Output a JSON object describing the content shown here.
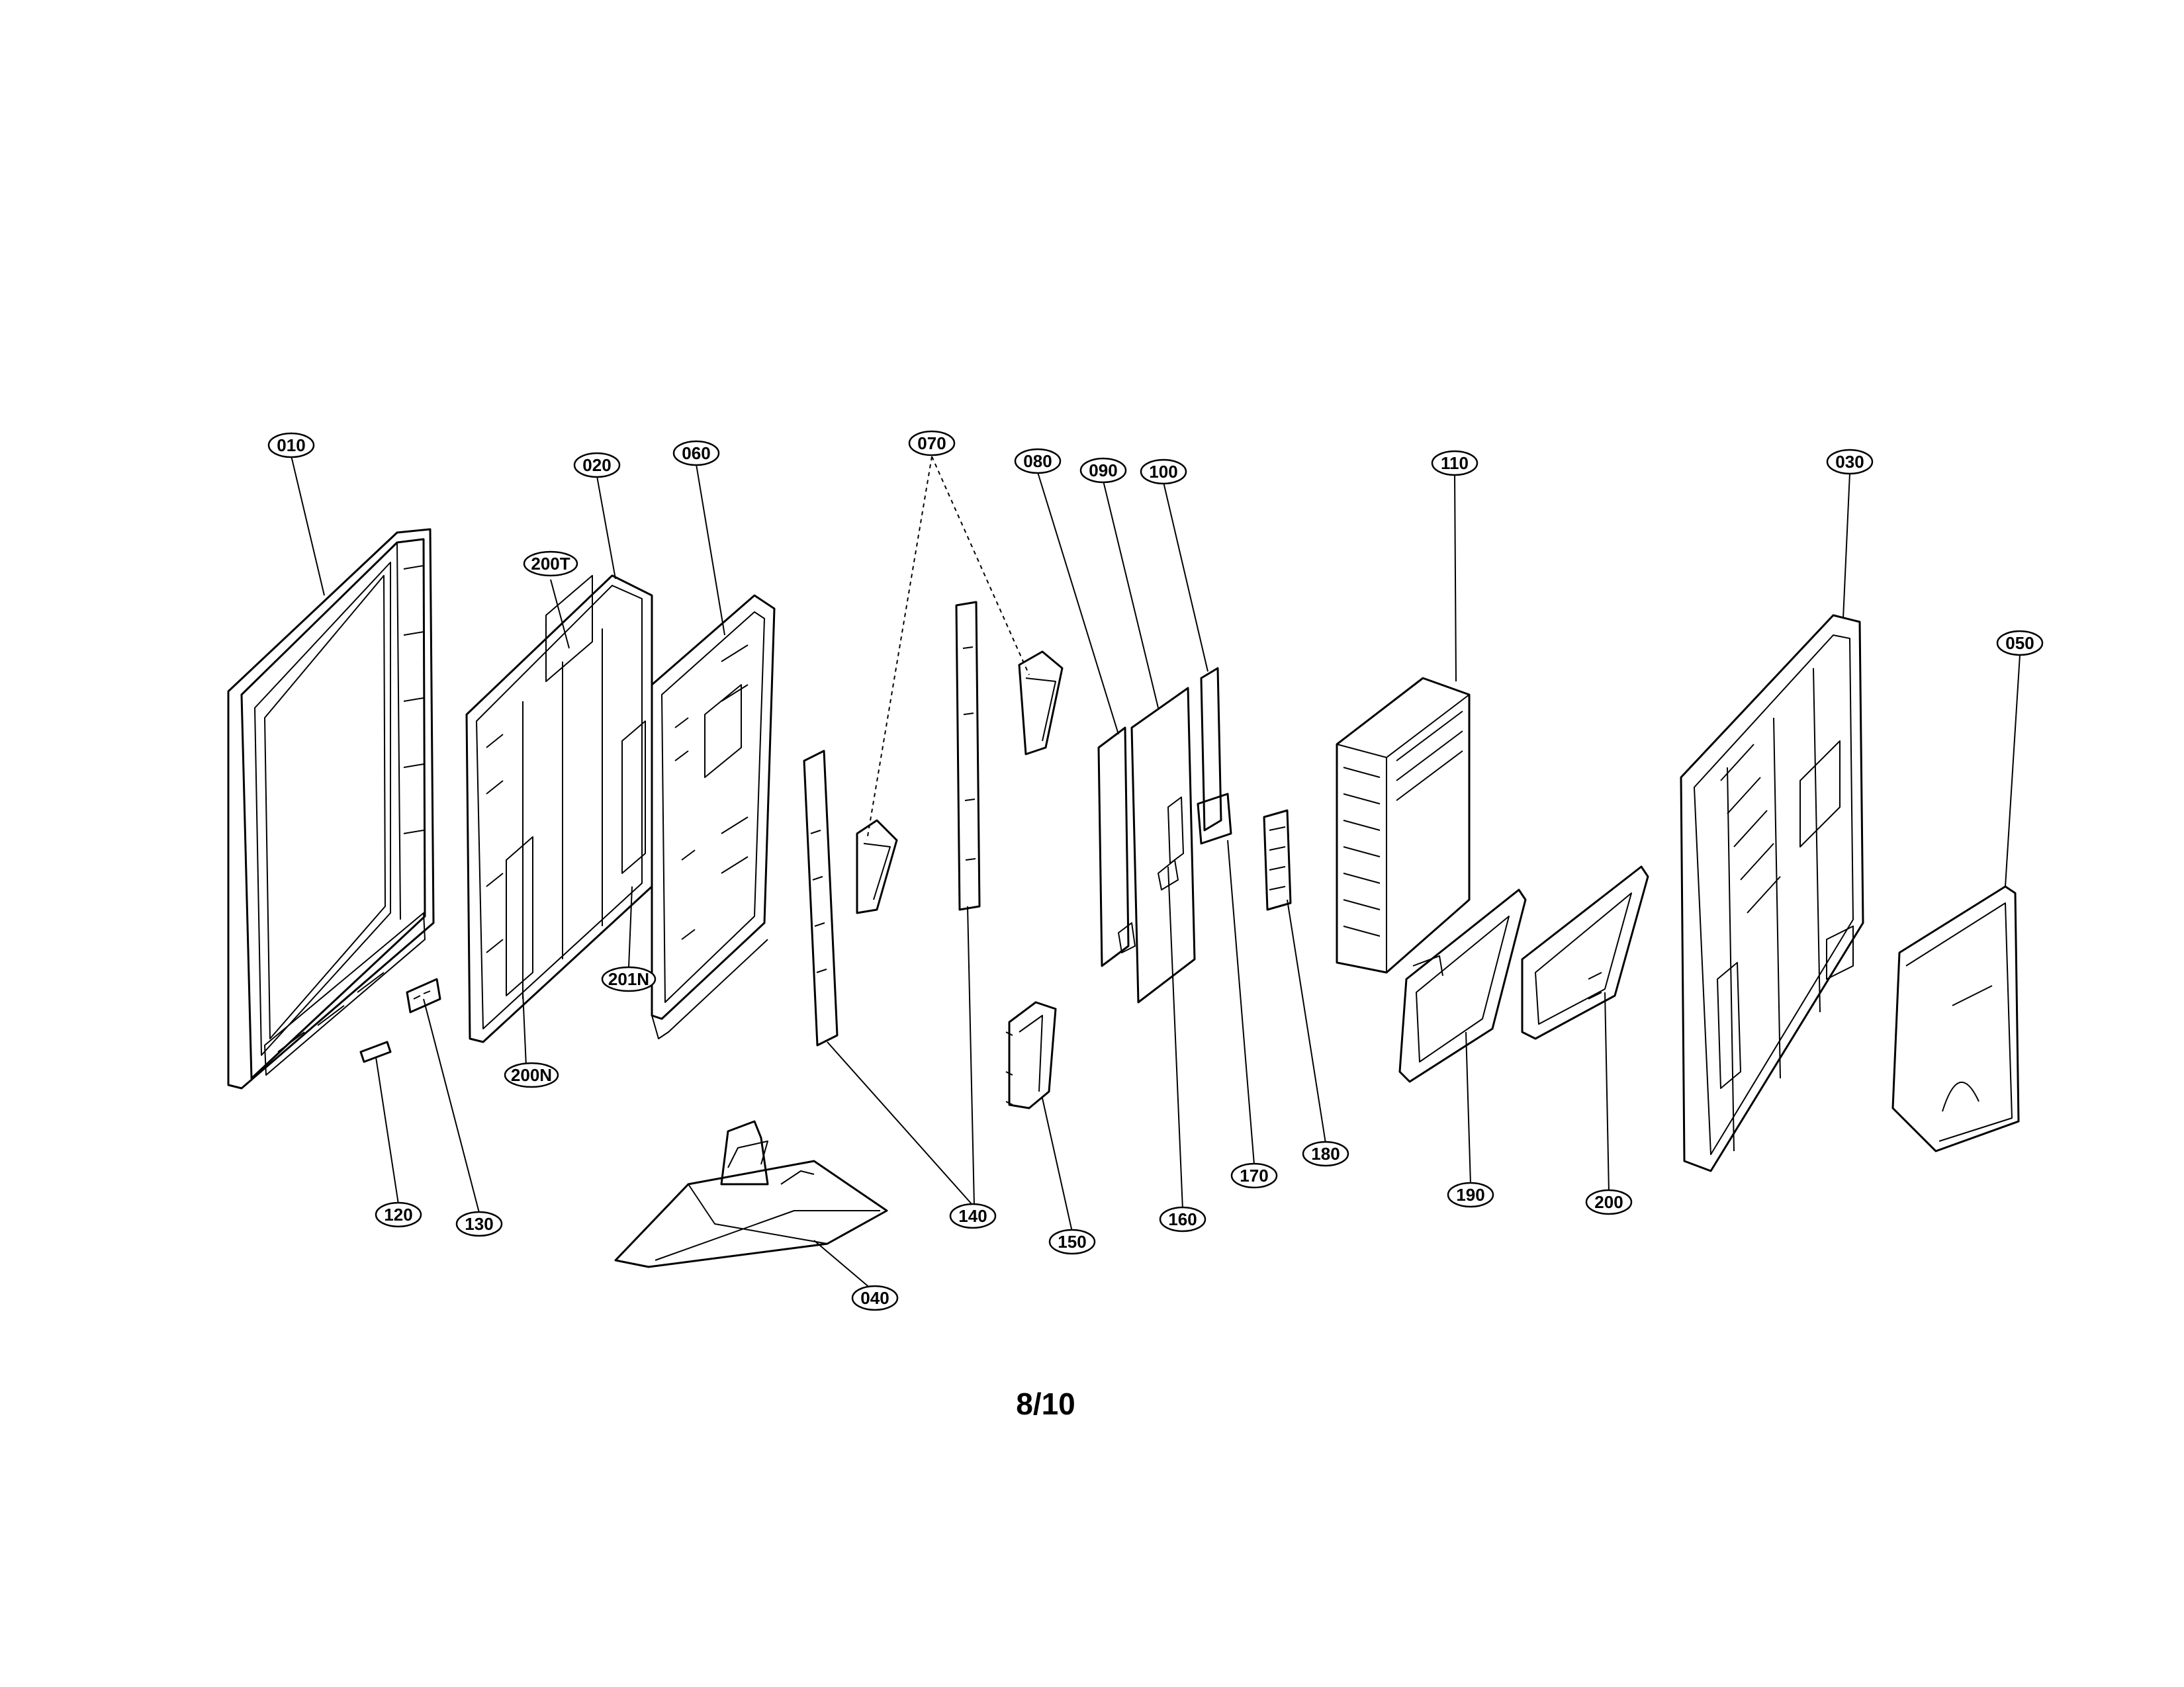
{
  "page_number": "8/10",
  "colors": {
    "line": "#000000",
    "background": "#ffffff"
  },
  "part_labels": [
    {
      "id": "010",
      "text": "010"
    },
    {
      "id": "020",
      "text": "020"
    },
    {
      "id": "060",
      "text": "060"
    },
    {
      "id": "070",
      "text": "070"
    },
    {
      "id": "080",
      "text": "080"
    },
    {
      "id": "090",
      "text": "090"
    },
    {
      "id": "100",
      "text": "100"
    },
    {
      "id": "110",
      "text": "110"
    },
    {
      "id": "030",
      "text": "030"
    },
    {
      "id": "050",
      "text": "050"
    },
    {
      "id": "200T",
      "text": "200T"
    },
    {
      "id": "201N",
      "text": "201N"
    },
    {
      "id": "200N",
      "text": "200N"
    },
    {
      "id": "120",
      "text": "120"
    },
    {
      "id": "130",
      "text": "130"
    },
    {
      "id": "040",
      "text": "040"
    },
    {
      "id": "140",
      "text": "140"
    },
    {
      "id": "150",
      "text": "150"
    },
    {
      "id": "160",
      "text": "160"
    },
    {
      "id": "170",
      "text": "170"
    },
    {
      "id": "180",
      "text": "180"
    },
    {
      "id": "190",
      "text": "190"
    },
    {
      "id": "200",
      "text": "200"
    }
  ]
}
